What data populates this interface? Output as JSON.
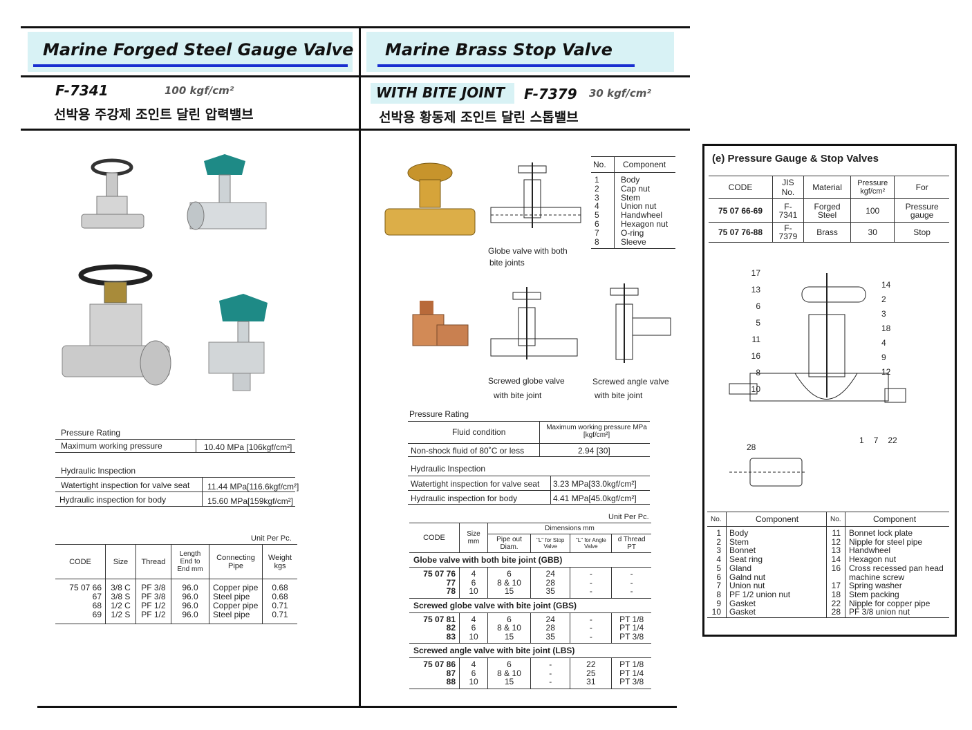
{
  "left": {
    "title": "Marine Forged Steel Gauge Valve",
    "code": "F-7341",
    "pressure": "100 kgf/cm²",
    "korean": "선박용 주강제 조인트 달린 압력밸브",
    "pressure_rating": {
      "heading": "Pressure Rating",
      "row_label": "Maximum working pressure",
      "row_value": "10.40 MPa [106kgf/cm²]"
    },
    "hydraulic": {
      "heading": "Hydraulic Inspection",
      "rows": [
        {
          "label": "Watertight inspection for valve seat",
          "value": "11.44  MPa[116.6kgf/cm²]"
        },
        {
          "label": "Hydraulic inspection for body",
          "value": "15.60  MPa[159kgf/cm²]"
        }
      ]
    },
    "unit": "Unit Per Pc.",
    "table": {
      "headers": [
        "CODE",
        "Size",
        "Thread",
        "Length End to End mm",
        "Connecting Pipe",
        "Weight kgs"
      ],
      "rows": [
        [
          "75 07 66",
          "3/8 C",
          "PF 3/8",
          "96.0",
          "Copper pipe",
          "0.68"
        ],
        [
          "67",
          "3/8 S",
          "PF 3/8",
          "96.0",
          "Steel pipe",
          "0.68"
        ],
        [
          "68",
          "1/2 C",
          "PF 1/2",
          "96.0",
          "Copper pipe",
          "0.71"
        ],
        [
          "69",
          "1/2 S",
          "PF 1/2",
          "96.0",
          "Steel pipe",
          "0.71"
        ]
      ]
    }
  },
  "mid": {
    "title": "Marine Brass Stop Valve",
    "bite": "WITH BITE JOINT",
    "code": "F-7379",
    "pressure": "30 kgf/cm²",
    "korean": "선박용 황동제 조인트 달린 스톱밸브",
    "components_header": [
      "No.",
      "Component"
    ],
    "components": [
      [
        "1",
        "Body"
      ],
      [
        "2",
        "Cap nut"
      ],
      [
        "3",
        "Stem"
      ],
      [
        "4",
        "Union nut"
      ],
      [
        "5",
        "Handwheel"
      ],
      [
        "6",
        "Hexagon nut"
      ],
      [
        "7",
        "O-ring"
      ],
      [
        "8",
        "Sleeve"
      ]
    ],
    "captions": {
      "globe_both_1": "Globe valve with both",
      "globe_both_2": "bite joints",
      "screwed_globe_1": "Screwed globe valve",
      "screwed_globe_2": "with bite joint",
      "screwed_angle_1": "Screwed angle valve",
      "screwed_angle_2": "with bite joint"
    },
    "pressure_rating": {
      "heading": "Pressure Rating",
      "col1": "Fluid condition",
      "col2": "Maximum working pressure MPa [kgf/cm²]",
      "row_label": "Non-shock fluid of 80˚C or less",
      "row_value": "2.94 [30]"
    },
    "hydraulic": {
      "heading": "Hydraulic Inspection",
      "rows": [
        {
          "label": "Watertight inspection for valve seat",
          "value": "3.23  MPa[33.0kgf/cm²]"
        },
        {
          "label": "Hydraulic inspection for body",
          "value": "4.41  MPa[45.0kgf/cm²]"
        }
      ]
    },
    "unit": "Unit Per Pc.",
    "table": {
      "dim_header": "Dimensions mm",
      "headers": [
        "CODE",
        "Size mm",
        "Pipe out Diam.",
        "\"L\" for Stop Valve",
        "\"L\" for Angle Valve",
        "d  Thread PT"
      ],
      "groups": [
        {
          "name": "Globe valve with both bite joint (GBB)",
          "rows": [
            [
              "75 07 76",
              "4",
              "6",
              "24",
              "-",
              "-"
            ],
            [
              "77",
              "6",
              "8 & 10",
              "28",
              "-",
              "-"
            ],
            [
              "78",
              "10",
              "15",
              "35",
              "-",
              "-"
            ]
          ]
        },
        {
          "name": "Screwed globe valve with bite joint (GBS)",
          "rows": [
            [
              "75 07 81",
              "4",
              "6",
              "24",
              "-",
              "PT 1/8"
            ],
            [
              "82",
              "6",
              "8 & 10",
              "28",
              "-",
              "PT 1/4"
            ],
            [
              "83",
              "10",
              "15",
              "35",
              "-",
              "PT 3/8"
            ]
          ]
        },
        {
          "name": "Screwed angle valve with bite joint (LBS)",
          "rows": [
            [
              "75 07 86",
              "4",
              "6",
              "-",
              "22",
              "PT 1/8"
            ],
            [
              "87",
              "6",
              "8 & 10",
              "-",
              "25",
              "PT 1/4"
            ],
            [
              "88",
              "10",
              "15",
              "-",
              "31",
              "PT 3/8"
            ]
          ]
        }
      ]
    }
  },
  "right": {
    "title": "(e)  Pressure Gauge & Stop Valves",
    "headers": [
      "CODE",
      "JIS No.",
      "Material",
      "Pressure kgf/cm²",
      "For"
    ],
    "rows": [
      [
        "75 07 66-69",
        "F-7341",
        "Forged Steel",
        "100",
        "Pressure gauge"
      ],
      [
        "75 07 76-88",
        "F-7379",
        "Brass",
        "30",
        "Stop"
      ]
    ],
    "diagram_labels_left": [
      "17",
      "13",
      "6",
      "5",
      "11",
      "16",
      "8",
      "10"
    ],
    "diagram_labels_right": [
      "14",
      "2",
      "3",
      "18",
      "4",
      "9",
      "12"
    ],
    "diagram_labels_bottom": [
      "1",
      "7",
      "22"
    ],
    "label_28": "28",
    "comp_headers": [
      "No.",
      "Component",
      "No.",
      "Component"
    ],
    "components_left": [
      [
        "1",
        "Body"
      ],
      [
        "2",
        "Stem"
      ],
      [
        "3",
        "Bonnet"
      ],
      [
        "4",
        "Seat ring"
      ],
      [
        "5",
        "Gland"
      ],
      [
        "6",
        "Galnd nut"
      ],
      [
        "7",
        "Union nut"
      ],
      [
        "8",
        "PF 1/2 union nut"
      ],
      [
        "9",
        "Gasket"
      ],
      [
        "10",
        "Gasket"
      ]
    ],
    "components_right": [
      [
        "11",
        "Bonnet lock plate"
      ],
      [
        "12",
        "Nipple for steel pipe"
      ],
      [
        "13",
        "Handwheel"
      ],
      [
        "14",
        "Hexagon nut"
      ],
      [
        "16",
        "Cross recessed pan head machine screw"
      ],
      [
        "17",
        "Spring washer"
      ],
      [
        "18",
        "Stem packing"
      ],
      [
        "22",
        "Nipple for copper pipe"
      ],
      [
        "28",
        "PF 3/8 union nut"
      ]
    ]
  },
  "colors": {
    "band": "#d8f2f5",
    "underline": "#1a2fd0"
  }
}
